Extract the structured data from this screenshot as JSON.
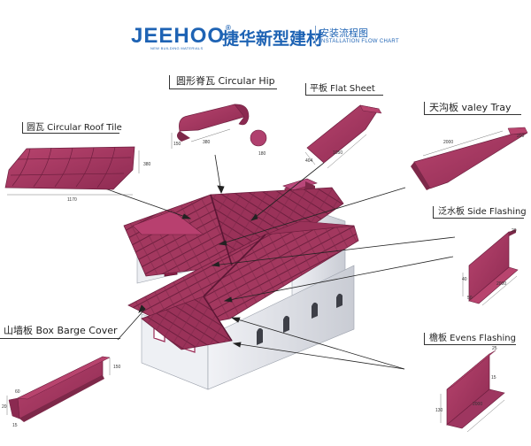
{
  "header": {
    "brand": "JEEHOO",
    "brand_mark": "®",
    "tagline": "NEW BUILDING MATERIALS",
    "brand_cn": "捷华新型建材",
    "guide_cn": "安装流程图",
    "guide_en": "INSTALLATION FLOW CHART"
  },
  "labels": {
    "circular_hip": "圆形脊瓦 Circular Hip",
    "flat_sheet": "平板  Flat  Sheet",
    "valley_tray": "天沟板  valey  Tray",
    "circular_roof_tile": "圆瓦    Circular Roof Tile",
    "side_flashing": "泛水板 Side Flashing",
    "box_barge_cover": "山墙板  Box Barge Cover",
    "evens_flashing": "檐板 Evens  Flashing"
  },
  "dimensions": {
    "hip_150": "150",
    "hip_380": "380",
    "hip_180": "180",
    "flat_404": "404",
    "flat_1050": "1050",
    "valley_2000": "2000",
    "valley_200": "200",
    "tile_380": "380",
    "tile_1170": "1170",
    "side_20": "20",
    "side_40": "40",
    "side_50": "50",
    "side_2000": "2000",
    "barge_150": "150",
    "barge_60": "60",
    "barge_20": "20",
    "barge_15": "15",
    "eave_25": "25",
    "eave_15": "15",
    "eave_130": "130",
    "eave_2000": "2000"
  },
  "colors": {
    "brand_blue": "#1e63b4",
    "tile_magenta": "#a3385f",
    "tile_dark": "#6e1f3f",
    "wall": "#e9ebf0",
    "wall_shade": "#bcc0c8"
  }
}
